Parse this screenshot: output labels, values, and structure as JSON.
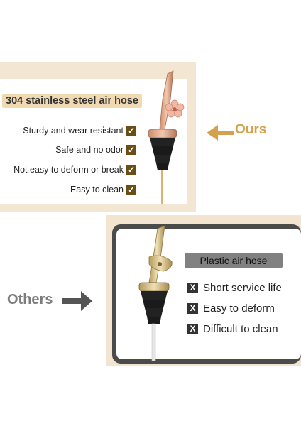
{
  "ours": {
    "title": "304 stainless steel air hose",
    "features": [
      "Sturdy and wear resistant",
      "Safe and no odor",
      "Not easy to deform or break",
      "Easy to clean"
    ],
    "check_glyph": "✓",
    "label": "Ours",
    "arrow_icon": "arrow-left-icon",
    "accent_color": "#d4a24c",
    "check_color": "#6b4e16"
  },
  "others": {
    "title": "Plastic air hose",
    "cons": [
      "Short service life",
      "Easy to deform",
      "Difficult to clean"
    ],
    "x_glyph": "X",
    "label": "Others",
    "arrow_icon": "arrow-right-icon",
    "label_color": "#7d7d7d",
    "box_color": "#333333"
  },
  "products": {
    "ours_image": "rose-gold-wine-pourer-with-flower",
    "others_image": "gold-plastic-wine-pourer"
  }
}
